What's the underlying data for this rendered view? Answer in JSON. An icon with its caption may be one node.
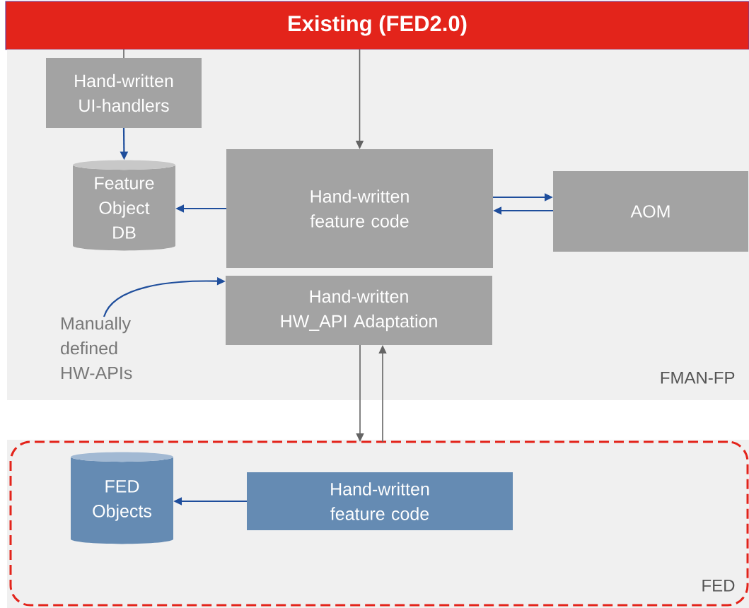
{
  "diagram": {
    "nodes": [
      {
        "text": [
          "Existing (FED2.0)"
        ]
      },
      {
        "text": [
          "FMAN-FP"
        ]
      },
      {
        "text": [
          "Hand-written UI-handlers"
        ],
        "in": 1
      },
      {
        "text": [
          "Feature Object DB"
        ],
        "in": 1
      },
      {
        "text": [
          "Hand-written feature code"
        ],
        "in": 1
      },
      {
        "text": [
          "AOM"
        ],
        "in": 1
      },
      {
        "text": [
          "Manually defined HW-APIs"
        ],
        "in": 1
      },
      {
        "text": [
          "Hand-written HW_API Adaptation"
        ],
        "in": 1
      },
      {
        "text": [
          "FED"
        ]
      },
      {
        "text": [
          "FED Objects"
        ],
        "in": 8
      },
      {
        "text": [
          "Hand-written feature code"
        ],
        "in": 8
      }
    ],
    "edges": [
      {
        "from": 0,
        "to": 2,
        "arrow": "none",
        "color": "#646464"
      },
      {
        "from": 0,
        "to": 4,
        "arrow": "to",
        "color": "#646464"
      },
      {
        "from": 2,
        "to": 3,
        "arrow": "to"
      },
      {
        "from": 4,
        "to": 3,
        "arrow": "to"
      },
      {
        "from": 4,
        "to": 5,
        "arrow": "to"
      },
      {
        "from": 5,
        "to": 4,
        "arrow": "to"
      },
      {
        "from": 6,
        "to": 7,
        "arrow": "to"
      },
      {
        "from": 7,
        "to": 8,
        "arrow": "to",
        "color": "#646464"
      },
      {
        "from": 8,
        "to": 7,
        "arrow": "to",
        "color": "#646464"
      },
      {
        "from": 10,
        "to": 9,
        "arrow": "to"
      }
    ]
  }
}
